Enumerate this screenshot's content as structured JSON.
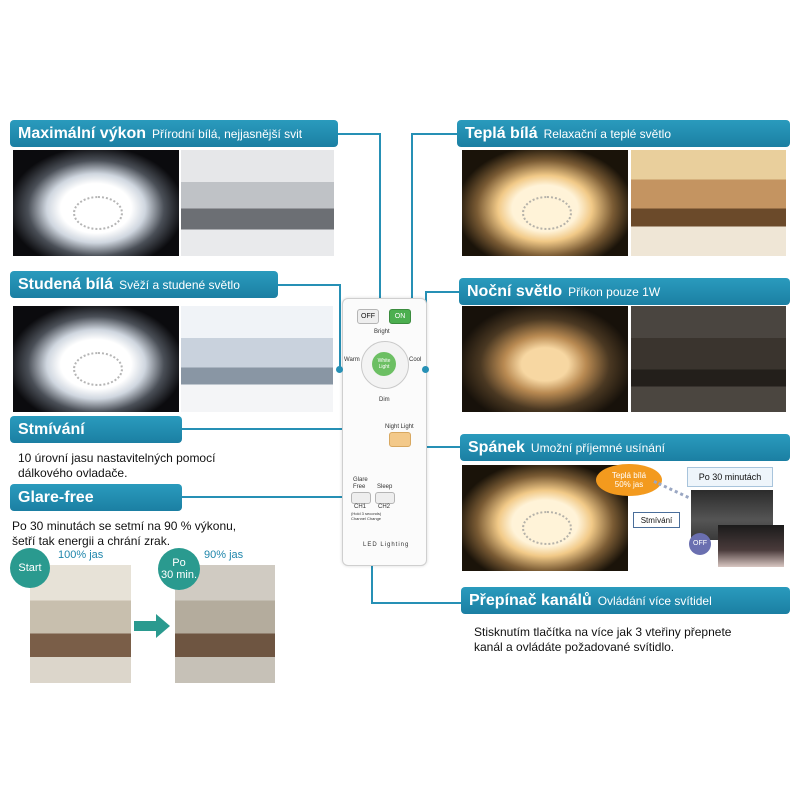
{
  "sections": {
    "max": {
      "title": "Maximální výkon",
      "subtitle": "Přírodní bílá, nejjasnější svit"
    },
    "warm": {
      "title": "Teplá bílá",
      "subtitle": "Relaxační a teplé světlo"
    },
    "cold": {
      "title": "Studená bílá",
      "subtitle": "Svěží a studené světlo"
    },
    "night": {
      "title": "Noční světlo",
      "subtitle": "Příkon pouze 1W"
    },
    "dim": {
      "title": "Stmívání",
      "desc": [
        "10 úrovní jasu nastavitelných pomocí",
        "dálkového ovladače."
      ]
    },
    "sleep": {
      "title": "Spánek",
      "subtitle": "Umožní příjemné usínání"
    },
    "glare": {
      "title": "Glare-free",
      "desc": [
        "Po 30 minutách se setmí na 90 % výkonu,",
        "šetří tak energii a chrání zrak."
      ]
    },
    "channel": {
      "title": "Přepínač kanálů",
      "subtitle": "Ovládání více svítidel",
      "desc": [
        "Stisknutím tlačítka na více jak 3 vteřiny přepnete",
        "kanál a ovládáte požadované svítidlo."
      ]
    }
  },
  "glare_demo": {
    "start": "Start",
    "start_pct": "100% jas",
    "after_line1": "Po",
    "after_line2": "30 min.",
    "after_pct": "90% jas"
  },
  "sleep_demo": {
    "bubble_line1": "Teplá bílá",
    "bubble_line2": "50% jas",
    "after": "Po 30 minutách",
    "dim_label": "Stmívání",
    "off": "OFF"
  },
  "remote": {
    "off": "OFF",
    "on": "ON",
    "bright": "Bright",
    "dim": "Dim",
    "warm": "Warm",
    "cool": "Cool",
    "center_line1": "White",
    "center_line2": "Light",
    "night_light": "Night Light",
    "glare_line1": "Glare",
    "glare_line2": "Free",
    "sleep": "Sleep",
    "ch1": "CH1",
    "ch2": "CH2",
    "ch_note_line1": "(Hold 3 seconds)",
    "ch_note_line2": "Channel Change",
    "brand": "LED Lighting"
  },
  "colors": {
    "accent": "#1f86ab",
    "on_button": "#4caf50",
    "night_button": "#f3c98a",
    "bubble": "#f39a1e",
    "start_circle": "#2a9a8f"
  }
}
